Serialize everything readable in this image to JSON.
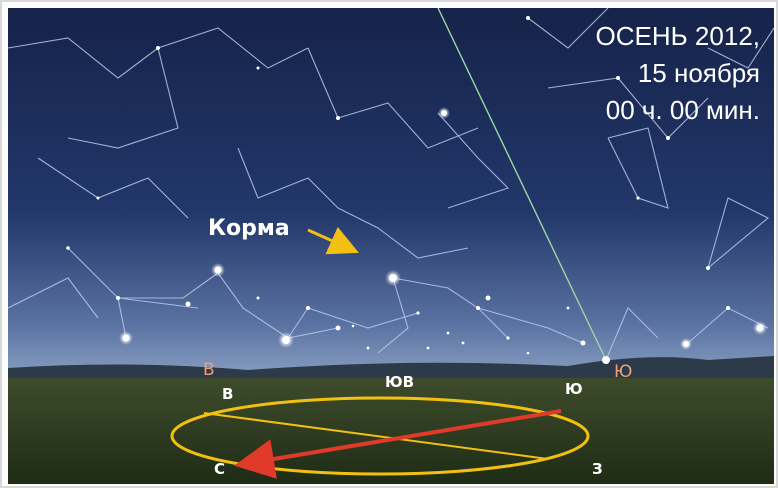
{
  "title": {
    "line1": "ОСЕНЬ 2012,",
    "line2": "15 ноября",
    "line3": "00 ч. 00 мин."
  },
  "constellation_label": "Корма",
  "horizon_labels": {
    "east_orange": "В",
    "south_orange": "Ю"
  },
  "compass": {
    "east": "В",
    "southeast": "ЮВ",
    "south": "Ю",
    "north": "С",
    "west": "З"
  },
  "colors": {
    "sky_top": "#16234a",
    "sky_horizon": "#6f86b0",
    "ground": "#2b3b1f",
    "ellipse": "#f2c010",
    "arrow": "#e23a2a",
    "pointer_arrow": "#f2c010",
    "constellation_lines": "#b8c8ec",
    "ecliptic_line": "#9ad8a0"
  }
}
